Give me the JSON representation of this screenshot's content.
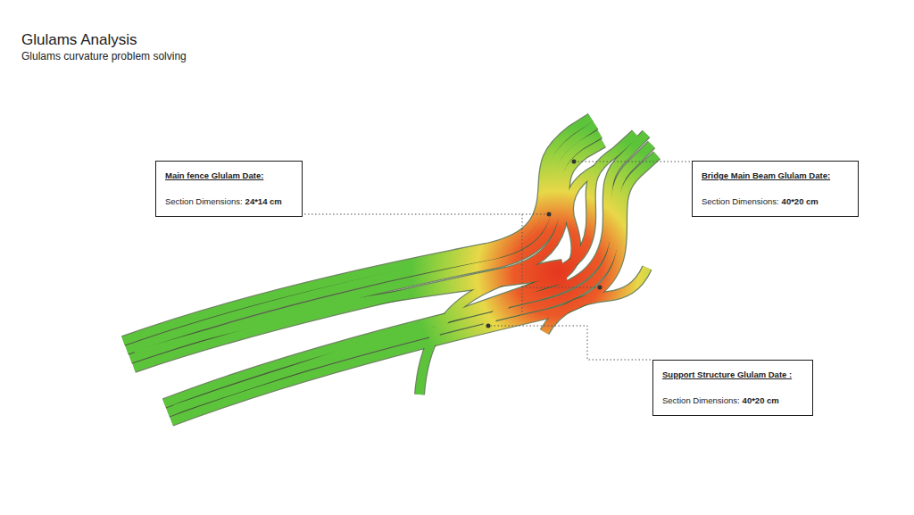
{
  "diagram": {
    "title": "Glulams Analysis",
    "nodes": [
      {
        "text": [
          "Main fence Glulam Date:",
          "Section Dimensions:",
          "24*14 cm"
        ]
      },
      {
        "text": [
          "Bridge Main Beam Glulam Date:",
          "Section Dimensions:",
          "40*20 cm"
        ]
      },
      {
        "text": [
          "Support Structure Glulam Date :",
          "Section Dimensions:",
          "40*20 cm"
        ]
      }
    ],
    "labels": [
      "Glulams curvature problem solving"
    ]
  }
}
